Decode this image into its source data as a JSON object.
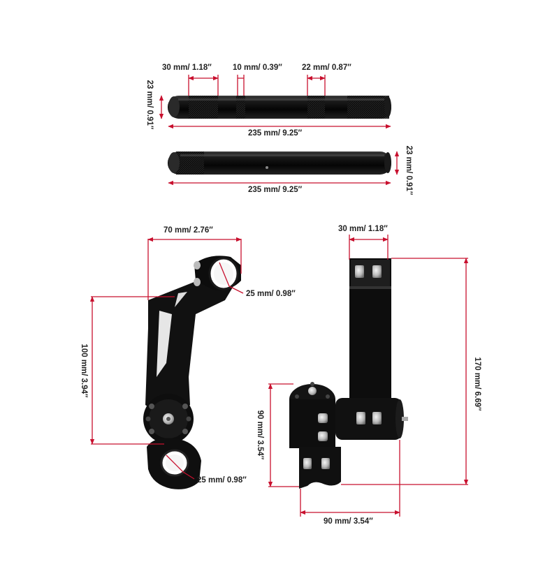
{
  "colors": {
    "dimension_line": "#c8102e",
    "part_black": "#111111",
    "background": "#ffffff",
    "label": "#222222"
  },
  "dimensions": {
    "bar1_knurl_left": "30 mm/ 1.18″",
    "bar1_groove": "10 mm/ 0.39″",
    "bar1_knurl_right": "22 mm/ 0.87″",
    "bar1_diameter": "23 mm/ 0.91″",
    "bar1_length": "235 mm/ 9.25″",
    "bar2_diameter": "23 mm/ 0.91″",
    "bar2_length": "235 mm/ 9.25″",
    "bracket_width": "70 mm/ 2.76″",
    "bracket_top_clamp": "25 mm/ 0.98″",
    "bracket_height": "100 mm/ 3.94″",
    "bracket_bottom_clamp": "25 mm/ 0.98″",
    "mount_top_width": "30 mm/ 1.18″",
    "mount_total_height": "170 mm/ 6.69″",
    "mount_base_height": "90 mm/ 3.54″",
    "mount_base_width": "90 mm/ 3.54″"
  }
}
